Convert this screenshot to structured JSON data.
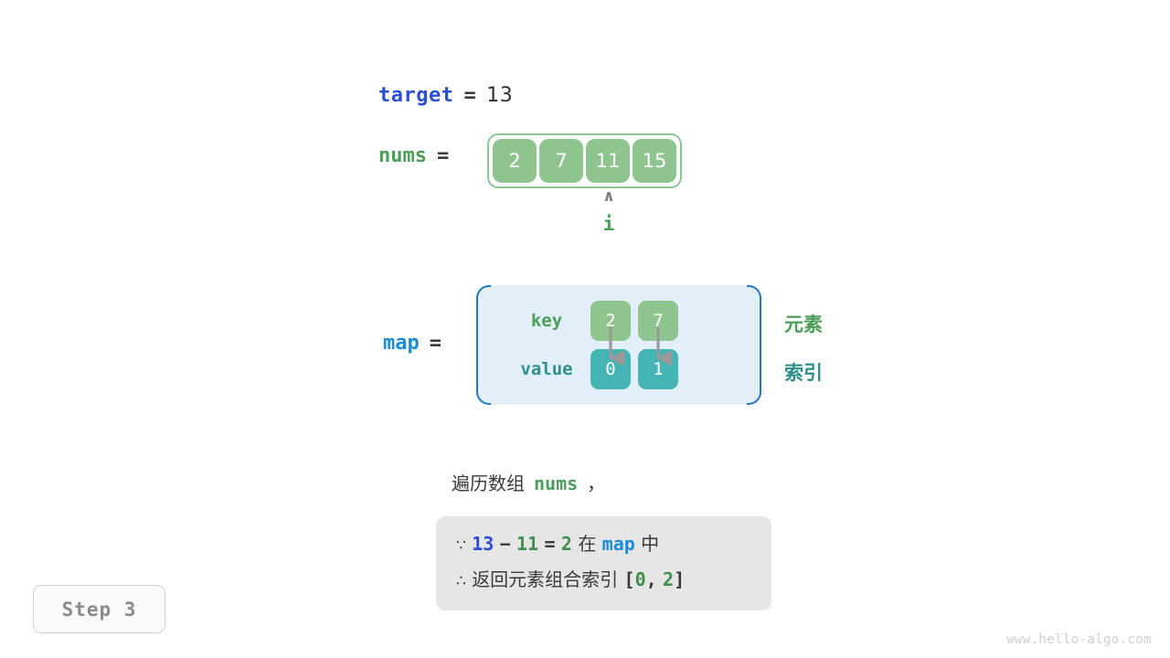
{
  "target": {
    "name": "target",
    "equals": "=",
    "value": "13"
  },
  "nums": {
    "name": "nums",
    "equals": "=",
    "cells": [
      "2",
      "7",
      "11",
      "15"
    ]
  },
  "pointer": {
    "caret": "∧",
    "label": "i",
    "index": 2
  },
  "map": {
    "name": "map",
    "equals": "=",
    "key_label": "key",
    "value_label": "value",
    "keys": [
      "2",
      "7"
    ],
    "values": [
      "0",
      "1"
    ],
    "side_labels": {
      "element": "元素",
      "index": "索引"
    }
  },
  "caption": {
    "text_before": "遍历数组",
    "code": "nums",
    "text_after": "，"
  },
  "note": {
    "line1": {
      "symbol": "∵",
      "a": "13",
      "minus": "−",
      "b": "11",
      "eq": "=",
      "c": "2",
      "mid": "在",
      "map": "map",
      "tail": "中"
    },
    "line2": {
      "symbol": "∴",
      "text": "返回元素组合索引",
      "open": "[",
      "i0": "0",
      "comma": ",",
      "i1": "2",
      "close": "]"
    }
  },
  "step_badge": "Step 3",
  "watermark": "www.hello-algo.com",
  "colors": {
    "green": "#8ec48e",
    "teal": "#44b4b4",
    "blue_accent": "#2377c0",
    "map_bg": "#e2eff9",
    "note_bg": "#e6e6e6",
    "var_blue": "#2c4ed4",
    "var_ltblue": "#1a8cd8",
    "var_green": "#4a9e58"
  }
}
